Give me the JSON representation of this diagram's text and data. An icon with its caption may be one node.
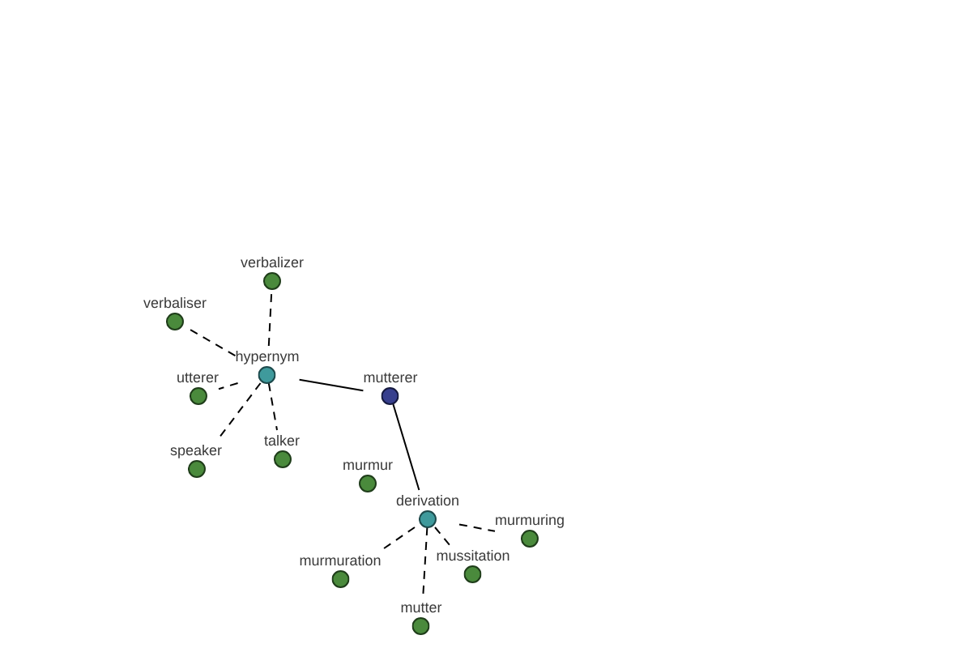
{
  "diagram": {
    "nodes": [
      {
        "text": [
          "verbalizer"
        ]
      },
      {
        "text": [
          "verbaliser"
        ]
      },
      {
        "text": [
          "hypernym"
        ]
      },
      {
        "text": [
          "utterer"
        ]
      },
      {
        "text": [
          "mutterer"
        ]
      },
      {
        "text": [
          "talker"
        ]
      },
      {
        "text": [
          "speaker"
        ]
      },
      {
        "text": [
          "murmur"
        ]
      },
      {
        "text": [
          "derivation"
        ]
      },
      {
        "text": [
          "murmuring"
        ]
      },
      {
        "text": [
          "mussitation"
        ]
      },
      {
        "text": [
          "murmuration"
        ]
      },
      {
        "text": [
          "mutter"
        ]
      }
    ],
    "edges": [
      {
        "from": 2,
        "to": 0,
        "arrow": "none",
        "style": "dashed"
      },
      {
        "from": 2,
        "to": 1,
        "arrow": "none",
        "style": "dashed"
      },
      {
        "from": 2,
        "to": 3,
        "arrow": "none",
        "style": "dashed"
      },
      {
        "from": 2,
        "to": 4,
        "arrow": "none"
      },
      {
        "from": 2,
        "to": 5,
        "arrow": "none",
        "style": "dashed"
      },
      {
        "from": 2,
        "to": 6,
        "arrow": "none",
        "style": "dashed"
      },
      {
        "from": 4,
        "to": 8,
        "arrow": "none"
      },
      {
        "from": 8,
        "to": 9,
        "arrow": "none",
        "style": "dashed"
      },
      {
        "from": 8,
        "to": 10,
        "arrow": "none",
        "style": "dashed"
      },
      {
        "from": 8,
        "to": 11,
        "arrow": "none",
        "style": "dashed"
      },
      {
        "from": 8,
        "to": 12,
        "arrow": "none",
        "style": "dashed"
      }
    ]
  }
}
